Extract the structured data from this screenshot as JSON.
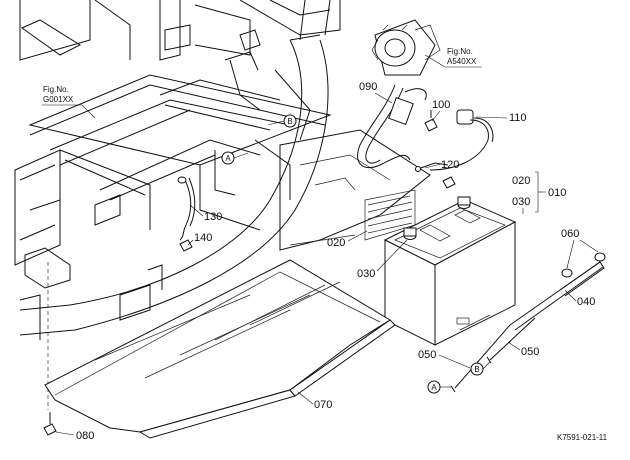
{
  "figure_refs": {
    "g001": {
      "line1": "Fig.No.",
      "line2": "G001XX"
    },
    "a540": {
      "line1": "Fig.No.",
      "line2": "A540XX"
    }
  },
  "callouts": {
    "p010": "010",
    "p020a": "020",
    "p020b": "020",
    "p030a": "030",
    "p030b": "030",
    "p040": "040",
    "p050a": "050",
    "p050b": "050",
    "p060": "060",
    "p070": "070",
    "p080": "080",
    "p090": "090",
    "p100": "100",
    "p110": "110",
    "p120": "120",
    "p130": "130",
    "p140": "140"
  },
  "markers": {
    "a": "A",
    "b": "B"
  },
  "drawing_code": "K7591-021-11"
}
